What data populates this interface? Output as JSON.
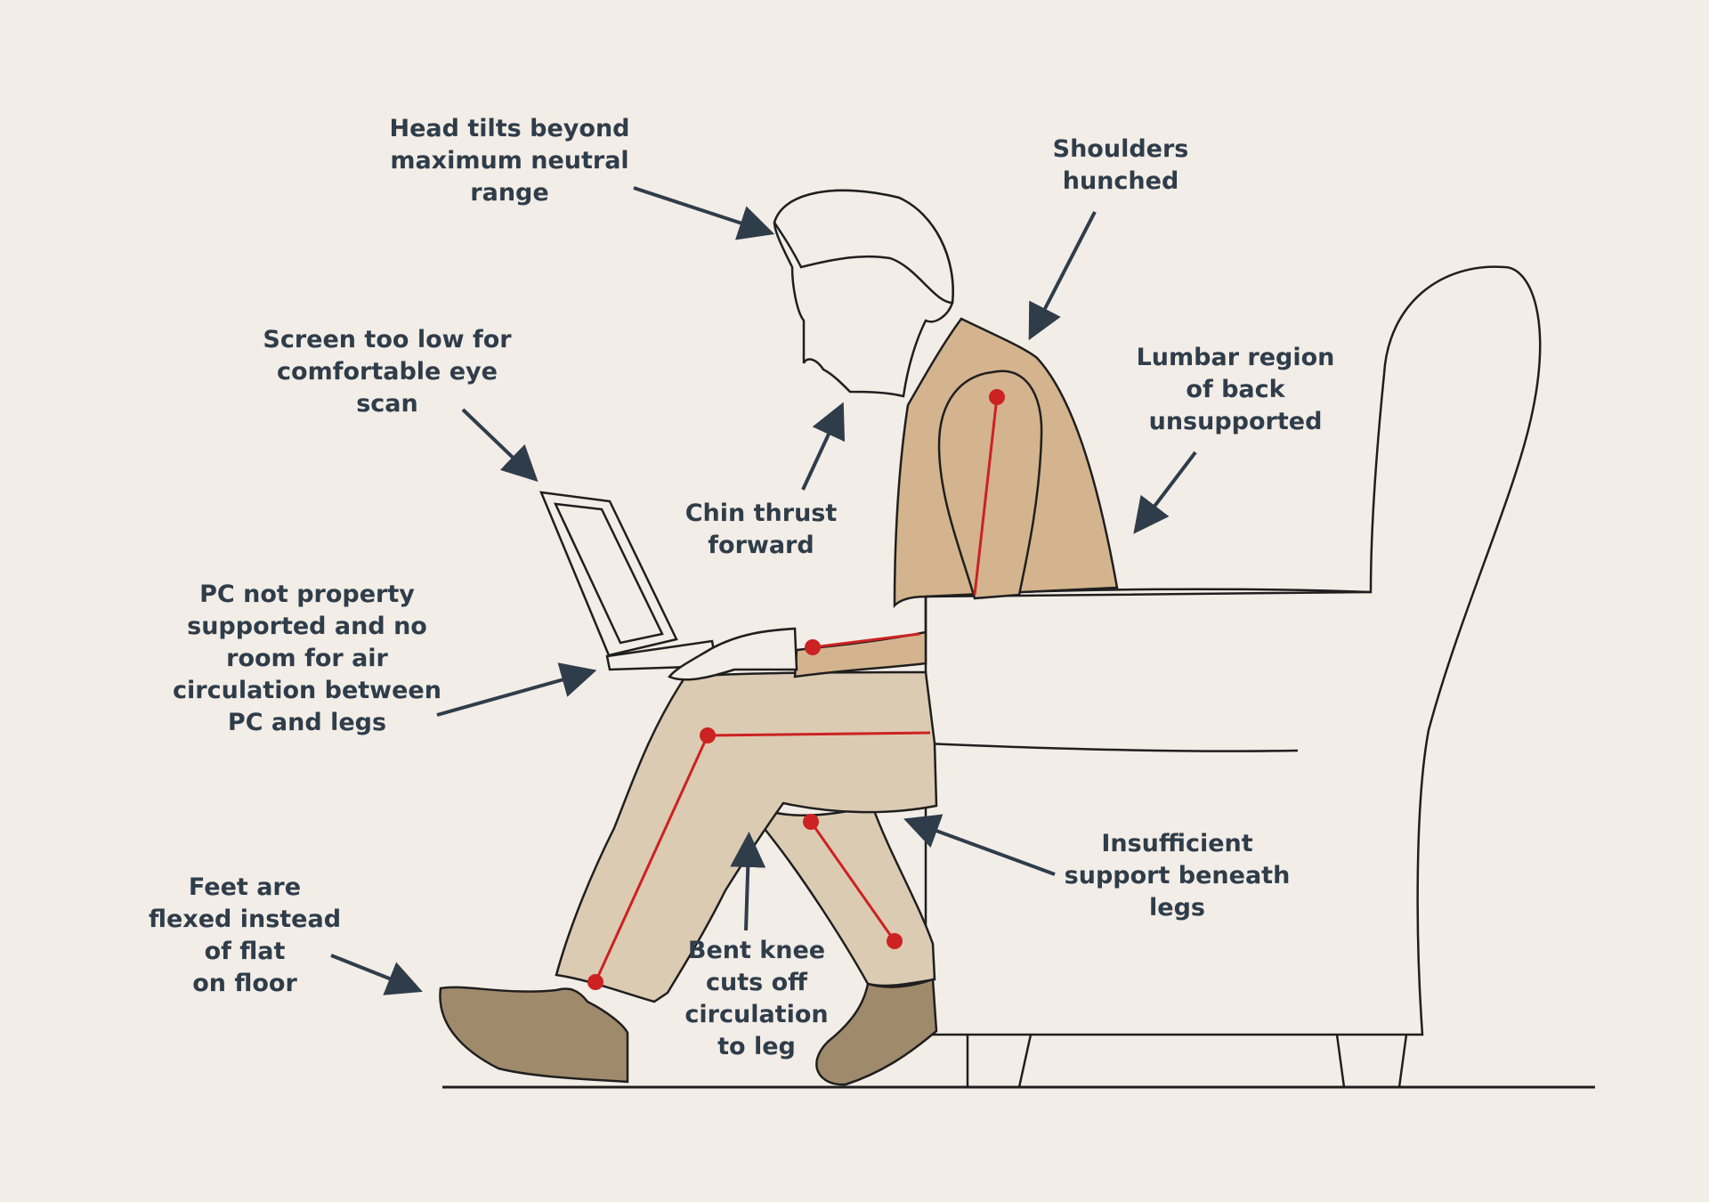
{
  "colors": {
    "background": "#f3ede7",
    "label_text": "#2f3d4a",
    "arrow": "#2f3d4a",
    "joint_marker": "#cc2222",
    "jacket": "#d4b48e",
    "trousers": "#dccbb3",
    "shoes": "#a08a6c",
    "outline": "#1f1f1f"
  },
  "labels": {
    "head": "Head tilts beyond\nmaximum neutral\nrange",
    "shoulders": "Shoulders\nhunched",
    "screen": "Screen too low for\ncomfortable eye\nscan",
    "lumbar": "Lumbar region\nof back\nunsupported",
    "chin": "Chin thrust\nforward",
    "pc": "PC not property\nsupported and no\nroom for air\ncirculation between\nPC and legs",
    "insufficient": "Insufficient\nsupport beneath\nlegs",
    "feet": "Feet are\nflexed instead\nof flat\non floor",
    "knee": "Bent knee\ncuts off\ncirculation\nto leg"
  }
}
